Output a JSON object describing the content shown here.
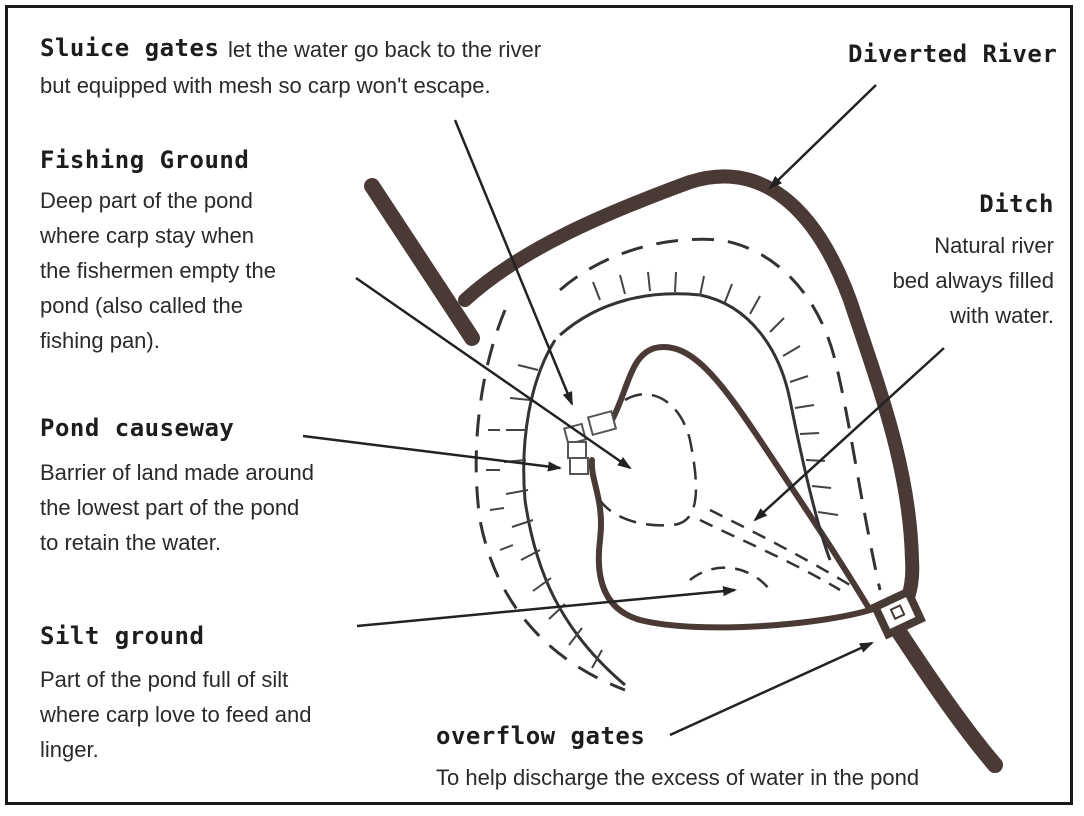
{
  "labels": {
    "sluice_title": "Sluice gates",
    "sluice_line1": "let the water  go back to the river",
    "sluice_line2": "but equipped with mesh so carp won't escape.",
    "river_title": "Diverted River",
    "fishing_title": "Fishing Ground",
    "fishing_lines": [
      "Deep part of the pond",
      "where carp stay when",
      "the fishermen empty the",
      "pond (also called the",
      "fishing pan)."
    ],
    "ditch_title": "Ditch",
    "ditch_lines": [
      "Natural river",
      "bed always filled",
      "with water."
    ],
    "causeway_title": "Pond causeway",
    "causeway_lines": [
      "Barrier of land made around",
      "the lowest part of the pond",
      "to retain the water."
    ],
    "silt_title": "Silt ground",
    "silt_lines": [
      "Part of the pond full of silt",
      "where carp love to feed and",
      "linger."
    ],
    "overflow_title": "overflow gates",
    "overflow_line": "To help discharge  the excess of water in the pond"
  },
  "colors": {
    "river": "#4a3a36",
    "ink": "#222222",
    "frame": "#1a1a1a"
  }
}
